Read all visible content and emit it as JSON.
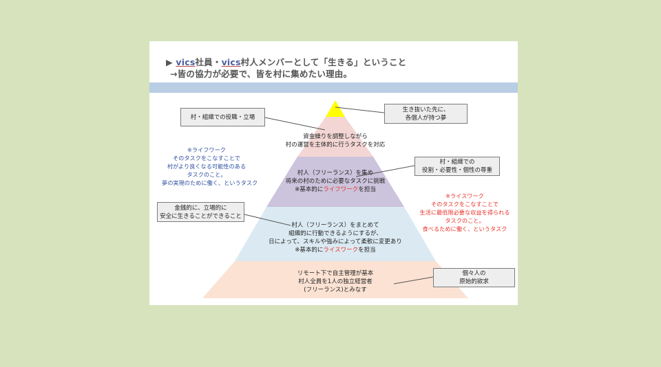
{
  "title": {
    "line1_prefix": "▶ ",
    "line1_vics1": "vics",
    "line1_mid1": "社員・",
    "line1_vics2": "vics",
    "line1_rest": "村人メンバーとして「生きる」ということ",
    "line2": "→皆の協力が必要で、皆を村に集めたい理由。"
  },
  "pyramid": {
    "levels": [
      {
        "lines": [
          "資金繰りを調整しながら",
          "村の運営を主体的に行うタスクを対応"
        ],
        "color": "#f3d6d4"
      },
      {
        "lines": [
          "村人（フリーランス）を集め",
          "将来の村のために必要なタスクに挑戦"
        ],
        "note_prefix": "※基本的に",
        "note_hl": "ライフワーク",
        "note_suffix": "を担当",
        "color": "#ccc3dc"
      },
      {
        "lines": [
          "村人（フリーランス）をまとめて",
          "組織的に行動できるようにするが、",
          "日によって、スキルや強みによって柔軟に変更あり"
        ],
        "note_prefix": "※基本的に",
        "note_hl": "ライスワーク",
        "note_suffix": "を担当",
        "color": "#dbeaf2"
      },
      {
        "lines": [
          "リモート下で自主管理が基本",
          "村人全員を1人の独立経営者",
          "(フリーランス)とみなす"
        ],
        "color": "#fbe2d3"
      }
    ],
    "top_color": "#ffff00"
  },
  "callouts": {
    "role": "村・組織での役職・立場",
    "dream": [
      "生き抜いた先に、",
      "各個人が持つ夢"
    ],
    "respect": [
      "村・組織での",
      "役割・必要性・個性の尊重"
    ],
    "safety": [
      "金銭的に、立場的に",
      "安全に生きることができること"
    ],
    "desire": [
      "個々人の",
      "原始的欲求"
    ]
  },
  "notes": {
    "lifework": [
      "※ライフワーク",
      "そのタスクをこなすことで",
      "村がより良くなる可能性のある",
      "タスクのこと。",
      "夢の実現のために働く、というタスク"
    ],
    "ricework": [
      "※ライスワーク",
      "そのタスクをこなすことで",
      "生活に最低限必要な収益を得られる",
      "タスクのこと。",
      "食べるために働く、というタスク"
    ]
  },
  "colors": {
    "background": "#d6e3bd",
    "band": "#b9cde5",
    "accent_red": "#e8332a",
    "note_blue": "#2e4fa0"
  }
}
